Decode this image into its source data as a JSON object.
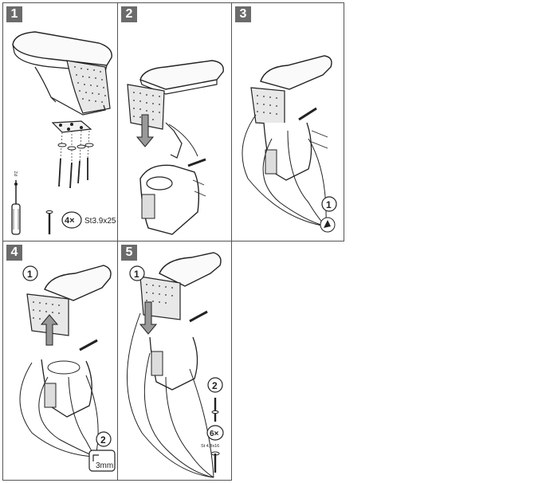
{
  "steps": [
    {
      "number": "1"
    },
    {
      "number": "2"
    },
    {
      "number": "3"
    },
    {
      "number": "4"
    },
    {
      "number": "5"
    }
  ],
  "step1": {
    "screw_count": "4×",
    "screw_spec": "St3.9x25",
    "tool_mark": "PZ"
  },
  "step3": {
    "callout": "1"
  },
  "step4": {
    "callout_a": "1",
    "callout_b": "2",
    "drill_size": "3mm"
  },
  "step5": {
    "callout_a": "1",
    "callout_b": "2",
    "screw_count": "6×",
    "screw_spec": "St 4,8x16"
  }
}
